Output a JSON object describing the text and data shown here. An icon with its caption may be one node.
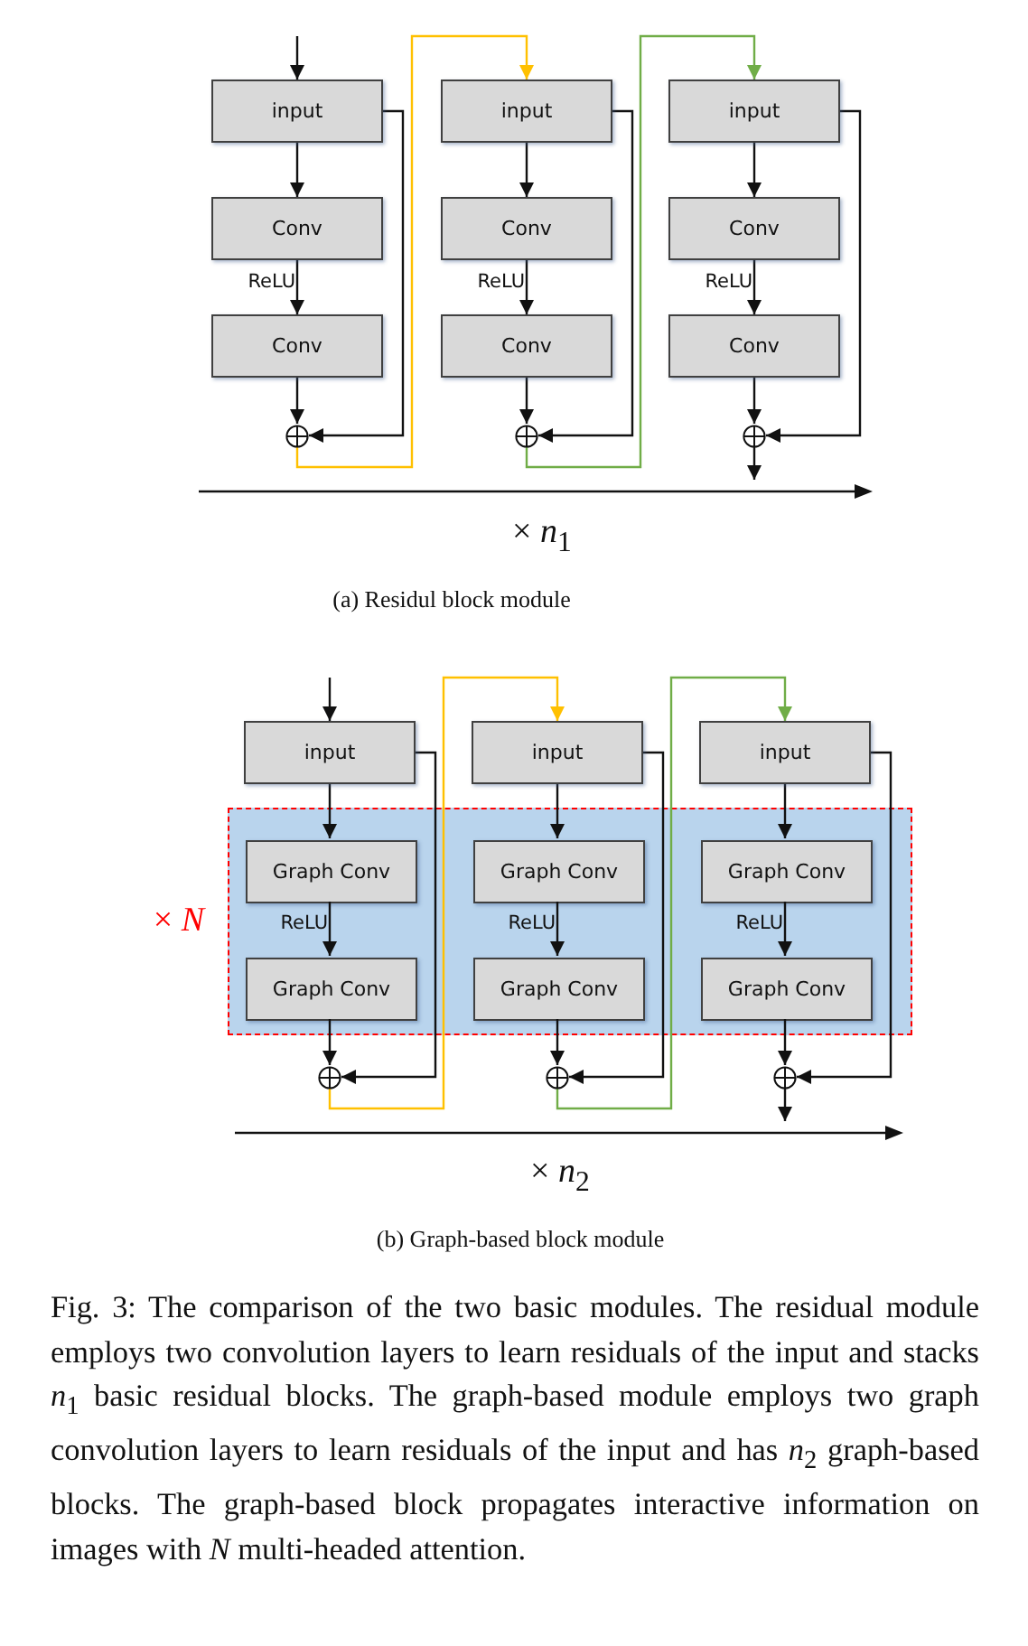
{
  "diagram": {
    "caption": "Fig. 3: The comparison of the two basic modules. The residual module employs two convolution layers to learn residuals of the input and stacks *n*$_{1}$ basic residual blocks. The graph-based module employs two graph convolution layers to learn residuals of the input and has *n*$_{2}$ graph-based blocks. The graph-based block propagates interactive information on images with *N* multi-headed attention.",
    "nodes": [
      {
        "text": [
          "input"
        ]
      },
      {
        "text": [
          "Conv"
        ]
      },
      {
        "text": [
          "Conv"
        ]
      },
      {
        "text": [],
        "shape": "circle"
      },
      {
        "text": [
          "input"
        ]
      },
      {
        "text": [
          "Conv"
        ]
      },
      {
        "text": [
          "Conv"
        ]
      },
      {
        "text": [],
        "shape": "circle"
      },
      {
        "text": [
          "input"
        ]
      },
      {
        "text": [
          "Conv"
        ]
      },
      {
        "text": [
          "Conv"
        ]
      },
      {
        "text": [],
        "shape": "circle"
      },
      {
        "text": [
          "× *N*"
        ]
      },
      {
        "text": [
          "input"
        ]
      },
      {
        "text": [
          "Graph Conv"
        ],
        "in": 12
      },
      {
        "text": [
          "Graph Conv"
        ],
        "in": 12
      },
      {
        "text": [],
        "shape": "circle"
      },
      {
        "text": [
          "input"
        ]
      },
      {
        "text": [
          "Graph Conv"
        ],
        "in": 12
      },
      {
        "text": [
          "Graph Conv"
        ],
        "in": 12
      },
      {
        "text": [],
        "shape": "circle"
      },
      {
        "text": [
          "input"
        ]
      },
      {
        "text": [
          "Graph Conv"
        ],
        "in": 12
      },
      {
        "text": [
          "Graph Conv"
        ],
        "in": 12
      },
      {
        "text": [],
        "shape": "circle"
      }
    ],
    "edges": [
      {
        "from": null,
        "to": 0,
        "arrow": "to"
      },
      {
        "from": 0,
        "to": 1,
        "arrow": "to"
      },
      {
        "from": 1,
        "to": 2,
        "arrow": "to",
        "label": "ReLU"
      },
      {
        "from": 2,
        "to": 3,
        "arrow": "to"
      },
      {
        "from": 0,
        "to": 3,
        "arrow": "to"
      },
      {
        "from": 3,
        "to": 4,
        "arrow": "to",
        "color": "#ffc000"
      },
      {
        "from": 4,
        "to": 5,
        "arrow": "to"
      },
      {
        "from": 5,
        "to": 6,
        "arrow": "to",
        "label": "ReLU"
      },
      {
        "from": 6,
        "to": 7,
        "arrow": "to"
      },
      {
        "from": 4,
        "to": 7,
        "arrow": "to"
      },
      {
        "from": 7,
        "to": 8,
        "arrow": "to",
        "color": "#70ad47"
      },
      {
        "from": 8,
        "to": 9,
        "arrow": "to"
      },
      {
        "from": 9,
        "to": 10,
        "arrow": "to",
        "label": "ReLU"
      },
      {
        "from": 10,
        "to": 11,
        "arrow": "to"
      },
      {
        "from": 8,
        "to": 11,
        "arrow": "to"
      },
      {
        "from": 11,
        "to": null,
        "arrow": "to"
      },
      {
        "from": null,
        "to": 13,
        "arrow": "to"
      },
      {
        "from": 13,
        "to": 14,
        "arrow": "to"
      },
      {
        "from": 14,
        "to": 15,
        "arrow": "to",
        "label": "ReLU"
      },
      {
        "from": 15,
        "to": 16,
        "arrow": "to"
      },
      {
        "from": 13,
        "to": 16,
        "arrow": "to"
      },
      {
        "from": 16,
        "to": 17,
        "arrow": "to",
        "color": "#ffc000"
      },
      {
        "from": 17,
        "to": 18,
        "arrow": "to"
      },
      {
        "from": 18,
        "to": 19,
        "arrow": "to",
        "label": "ReLU"
      },
      {
        "from": 19,
        "to": 20,
        "arrow": "to"
      },
      {
        "from": 17,
        "to": 20,
        "arrow": "to"
      },
      {
        "from": 20,
        "to": 21,
        "arrow": "to",
        "color": "#70ad47"
      },
      {
        "from": 21,
        "to": 22,
        "arrow": "to"
      },
      {
        "from": 22,
        "to": 23,
        "arrow": "to",
        "label": "ReLU"
      },
      {
        "from": 23,
        "to": 24,
        "arrow": "to"
      },
      {
        "from": 21,
        "to": 24,
        "arrow": "to"
      },
      {
        "from": 24,
        "to": null,
        "arrow": "to"
      }
    ],
    "labels": [
      "× *n*$_{1}$",
      "(a) Residul block module",
      "× *n*$_{2}$",
      "(b) Graph-based block module"
    ]
  }
}
